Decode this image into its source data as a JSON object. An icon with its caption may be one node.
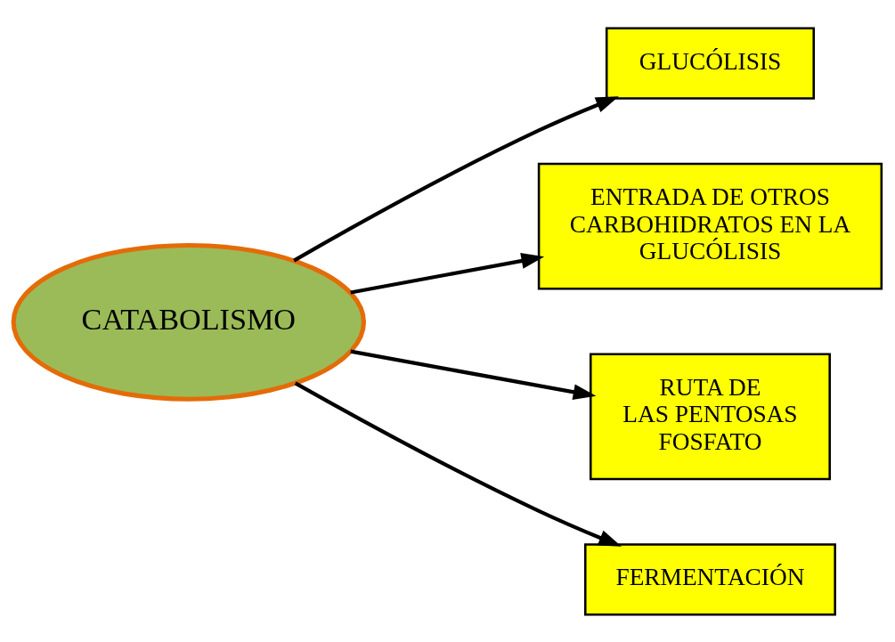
{
  "diagram": {
    "nodes": [
      {
        "text": [
          "GLUCÓLISIS"
        ]
      },
      {
        "text": [
          "ENTRADA DE OTROS CARBOHIDRATOS EN LA GLUCÓLISIS"
        ]
      },
      {
        "text": [
          "CATABOLISMO"
        ]
      },
      {
        "text": [
          "RUTA DE LAS PENTOSAS FOSFATO"
        ]
      },
      {
        "text": [
          "FERMENTACIÓN"
        ]
      }
    ],
    "edges": [
      {
        "from": 2,
        "to": 0,
        "arrow": "to"
      },
      {
        "from": 2,
        "to": 1,
        "arrow": "to"
      },
      {
        "from": 2,
        "to": 3,
        "arrow": "to"
      },
      {
        "from": 2,
        "to": 4,
        "arrow": "to"
      }
    ]
  }
}
